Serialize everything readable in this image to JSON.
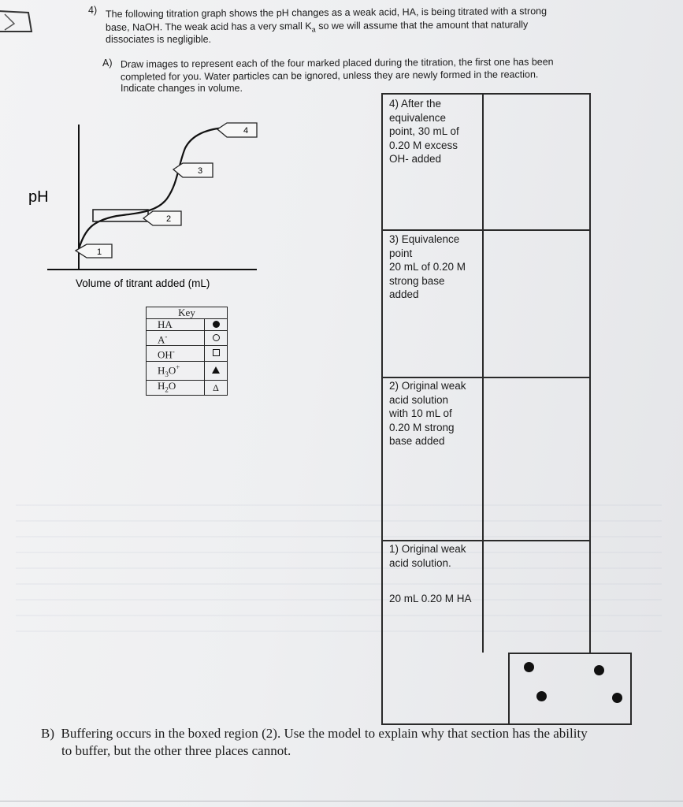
{
  "question": {
    "number": "4)",
    "intro_lines": [
      "The following titration graph shows the pH changes as a weak acid, HA, is being titrated with a strong",
      "base, NaOH. The weak acid has a very small K",
      "dissociates is negligible."
    ],
    "ka_subscript": "a",
    "intro_line2_rest": " so we will assume that the amount that naturally",
    "part_a_label": "A)",
    "part_a_lines": [
      "Draw images to represent each of the four marked placed during the titration, the first one has been",
      "completed for you.  Water particles can be ignored, unless they are newly formed in the reaction.",
      "Indicate changes in volume."
    ]
  },
  "graph": {
    "y_label": "pH",
    "x_label": "Volume of titrant added (mL)",
    "markers": [
      "1",
      "2",
      "3",
      "4"
    ]
  },
  "key": {
    "title": "Key",
    "rows": [
      {
        "species": "HA",
        "symbol": "filled-circle"
      },
      {
        "species": "A-",
        "symbol": "open-circle"
      },
      {
        "species": "OH-",
        "symbol": "open-square"
      },
      {
        "species": "H3O+",
        "symbol": "filled-triangle"
      },
      {
        "species": "H2O",
        "symbol": "open-triangle"
      }
    ],
    "display": {
      "a_minus": "A",
      "minus": "-",
      "oh": "OH",
      "h3o_h": "H",
      "h3o_3": "3",
      "h3o_o": "O",
      "plus": "+",
      "h2o_h": "H",
      "h2o_2": "2",
      "h2o_o": "O",
      "open_triangle_glyph": "Δ"
    }
  },
  "table": {
    "cells": [
      {
        "id": "4",
        "text": "4) After the\nequivalence\npoint, 30 mL of\n0.20 M excess\nOH- added"
      },
      {
        "id": "3",
        "text": "3) Equivalence\npoint\n20 mL of 0.20 M\nstrong base\nadded"
      },
      {
        "id": "2",
        "text": "2) Original weak\nacid solution\nwith 10 mL of\n0.20 M strong\nbase added"
      },
      {
        "id": "1",
        "text": "1) Original weak\nacid solution."
      },
      {
        "id": "1b",
        "text": "20 mL 0.20 M HA"
      }
    ]
  },
  "part_b": {
    "label": "B)",
    "line1": "Buffering occurs in the boxed region (2).  Use the model to explain why that section has the ability",
    "line2": "to buffer, but the other three places cannot."
  },
  "colors": {
    "ink": "#1b1b1b",
    "paper": "#eeeff1"
  }
}
